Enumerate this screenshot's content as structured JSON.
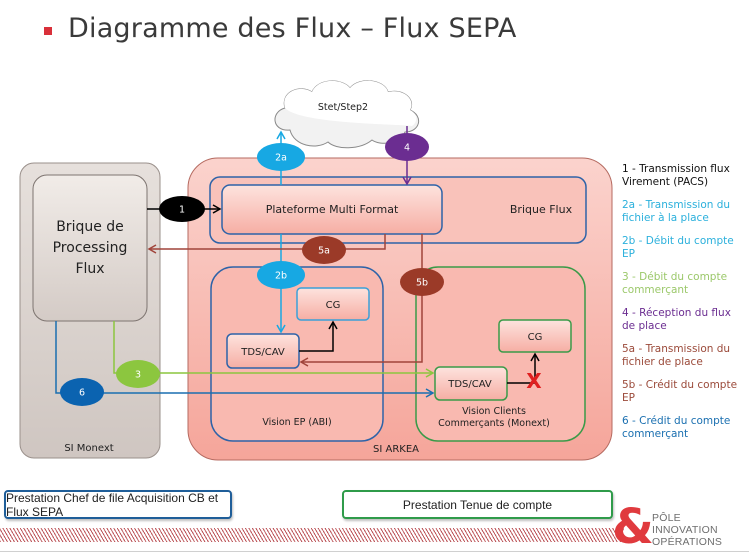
{
  "slide": {
    "title": "Diagramme des Flux – Flux SEPA",
    "bullet_color": "#d9303a"
  },
  "nodes": {
    "cloud": "Stet/Step2",
    "si_monext": "SI Monext",
    "brique_processing": [
      "Brique de",
      "Processing",
      "Flux"
    ],
    "si_arkea": "SI ARKEA",
    "brique_flux": "Brique Flux",
    "plateforme": "Plateforme Multi Format",
    "vision_ep": "Vision EP (ABI)",
    "cg_ep": "CG",
    "tds_ep": "TDS/CAV",
    "vision_clients": [
      "Vision Clients",
      "Commerçants (Monext)"
    ],
    "cg_clients": "CG",
    "tds_clients": "TDS/CAV",
    "blocked_mark": "X"
  },
  "badges": [
    {
      "id": "1",
      "label": "1",
      "color": "#000000"
    },
    {
      "id": "2a",
      "label": "2a",
      "color": "#17a8e3"
    },
    {
      "id": "2b",
      "label": "2b",
      "color": "#17a8e3"
    },
    {
      "id": "3",
      "label": "3",
      "color": "#8cc63f"
    },
    {
      "id": "4",
      "label": "4",
      "color": "#6b2d91"
    },
    {
      "id": "5a",
      "label": "5a",
      "color": "#9b3a28"
    },
    {
      "id": "5b",
      "label": "5b",
      "color": "#9b3a28"
    },
    {
      "id": "6",
      "label": "6",
      "color": "#0b63b0"
    }
  ],
  "legend": [
    {
      "text": "1 - Transmission flux Virement (PACS)",
      "color": "#111111"
    },
    {
      "text": "2a - Transmission du fichier à la place",
      "color": "#2bb0dc"
    },
    {
      "text": "2b - Débit du compte EP",
      "color": "#2bb0dc"
    },
    {
      "text": "3 - Débit du compte commerçant",
      "color": "#9bc86a"
    },
    {
      "text": "4 - Réception du flux de place",
      "color": "#6b2d91"
    },
    {
      "text": "5a - Transmission du fichier de place",
      "color": "#9b4a3a"
    },
    {
      "text": "5b - Crédit du compte EP",
      "color": "#9b4a3a"
    },
    {
      "text": "6 - Crédit du compte commerçant",
      "color": "#1a6fb0"
    }
  ],
  "footer": {
    "prestation_blue": "Prestation Chef de file Acquisition CB et Flux SEPA",
    "prestation_green": "Prestation Tenue de compte",
    "logo_symbol": "&",
    "logo_lines": [
      "PÔLE",
      "INNOVATION",
      "OPÉRATIONS"
    ]
  }
}
